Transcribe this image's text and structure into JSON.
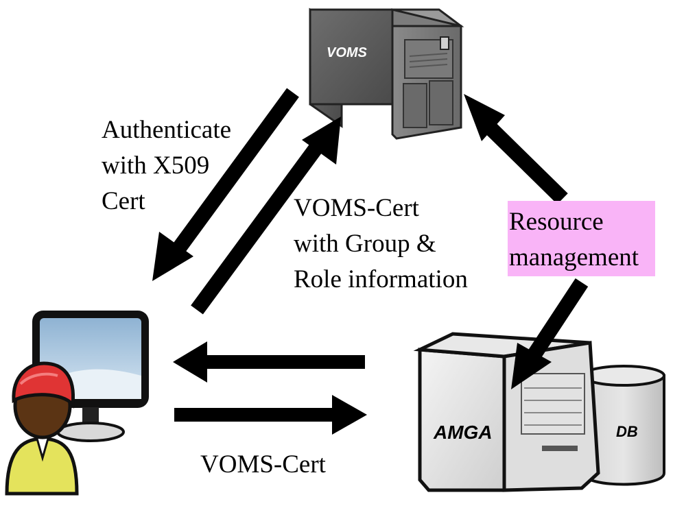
{
  "diagram": {
    "voms_server": {
      "label": "VOMS",
      "icon": "server-tower-icon"
    },
    "amga_server": {
      "label": "AMGA",
      "icon": "server-icon"
    },
    "database": {
      "label": "DB",
      "icon": "database-cylinder-icon"
    },
    "user": {
      "icon": "user-workstation-icon"
    },
    "arrows": {
      "authenticate": {
        "label": "Authenticate\nwith X509\nCert"
      },
      "voms_cert_return": {
        "label": "VOMS-Cert\nwith Group &\nRole information"
      },
      "resource_management": {
        "label": "Resource\nmanagement",
        "highlight_color": "#f9b4f7"
      },
      "voms_cert_to_amga": {
        "label": "VOMS-Cert"
      }
    }
  }
}
